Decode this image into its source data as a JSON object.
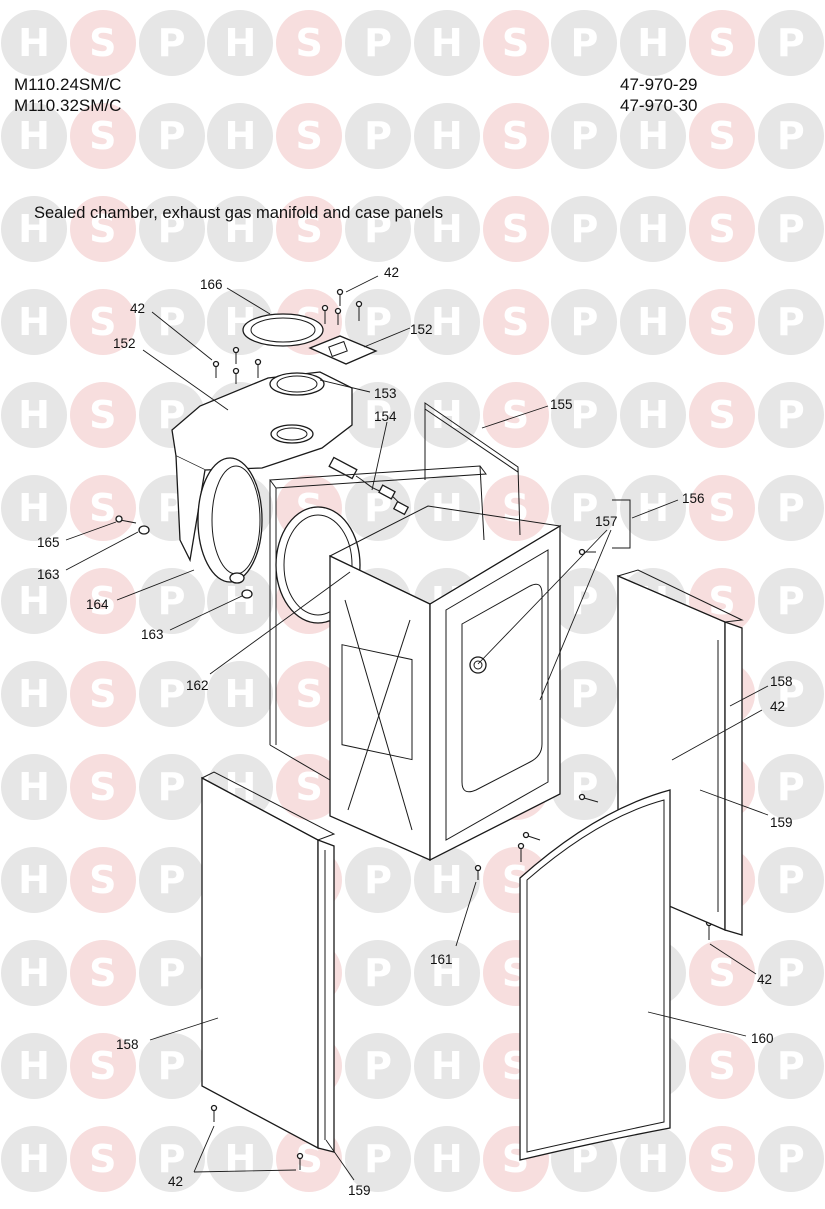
{
  "header": {
    "models": [
      "M110.24SM/C",
      "M110.32SM/C"
    ],
    "codes": [
      "47-970-29",
      "47-970-30"
    ]
  },
  "title": "Sealed chamber, exhaust gas manifold and case panels",
  "watermark": {
    "letters": [
      "H",
      "S",
      "P"
    ],
    "colors": {
      "disc": "#e6e6e6",
      "disc_accent": "#f7dede",
      "letter": "#ffffff"
    }
  },
  "callouts": [
    {
      "id": "c42a",
      "label": "42"
    },
    {
      "id": "c166",
      "label": "166"
    },
    {
      "id": "c42b",
      "label": "42"
    },
    {
      "id": "c152a",
      "label": "152"
    },
    {
      "id": "c152b",
      "label": "152"
    },
    {
      "id": "c153",
      "label": "153"
    },
    {
      "id": "c154",
      "label": "154"
    },
    {
      "id": "c155",
      "label": "155"
    },
    {
      "id": "c156",
      "label": "156"
    },
    {
      "id": "c157",
      "label": "157"
    },
    {
      "id": "c165",
      "label": "165"
    },
    {
      "id": "c163a",
      "label": "163"
    },
    {
      "id": "c164",
      "label": "164"
    },
    {
      "id": "c163b",
      "label": "163"
    },
    {
      "id": "c162",
      "label": "162"
    },
    {
      "id": "c158a",
      "label": "158"
    },
    {
      "id": "c42c",
      "label": "42"
    },
    {
      "id": "c159a",
      "label": "159"
    },
    {
      "id": "c161",
      "label": "161"
    },
    {
      "id": "c42d",
      "label": "42"
    },
    {
      "id": "c158b",
      "label": "158"
    },
    {
      "id": "c160",
      "label": "160"
    },
    {
      "id": "c42e",
      "label": "42"
    },
    {
      "id": "c159b",
      "label": "159"
    }
  ]
}
